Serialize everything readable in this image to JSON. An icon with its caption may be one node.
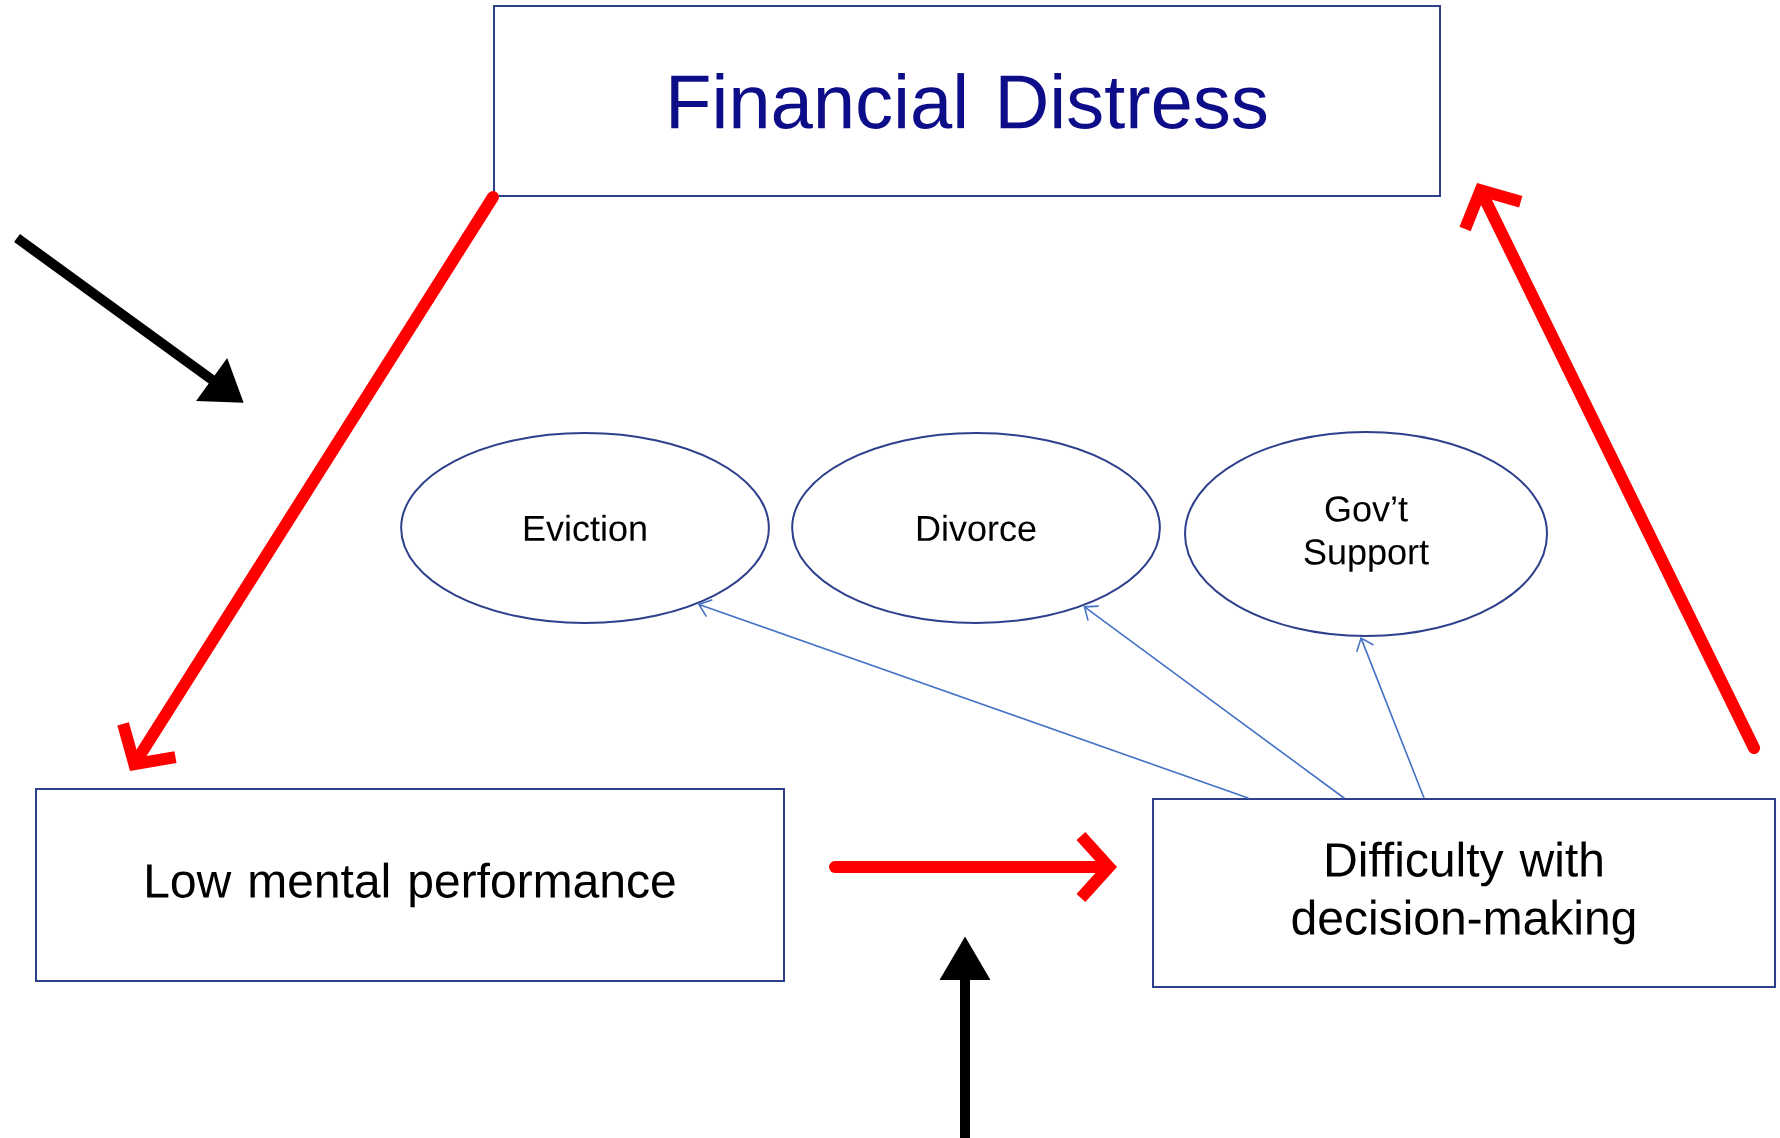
{
  "diagram": {
    "nodes": [
      {
        "text": [
          "Financial Distress"
        ]
      },
      {
        "text": [
          "Eviction"
        ]
      },
      {
        "text": [
          "Divorce"
        ]
      },
      {
        "text": [
          "Gov’t Support"
        ]
      },
      {
        "text": [
          "Low mental performance"
        ]
      },
      {
        "text": [
          "Difficulty with decision-making"
        ]
      }
    ],
    "edges": [
      {
        "from": 0,
        "to": 4,
        "arrow": "to",
        "style": "thick",
        "color": "#ff0000"
      },
      {
        "from": 4,
        "to": 5,
        "arrow": "to",
        "style": "thick",
        "color": "#ff0000"
      },
      {
        "from": 5,
        "to": 0,
        "arrow": "to",
        "style": "thick",
        "color": "#ff0000"
      },
      {
        "from": 5,
        "to": 1,
        "arrow": "to",
        "color": "#4472c4"
      },
      {
        "from": 5,
        "to": 2,
        "arrow": "to",
        "color": "#4472c4"
      },
      {
        "from": 5,
        "to": 3,
        "arrow": "to",
        "color": "#4472c4"
      }
    ]
  }
}
